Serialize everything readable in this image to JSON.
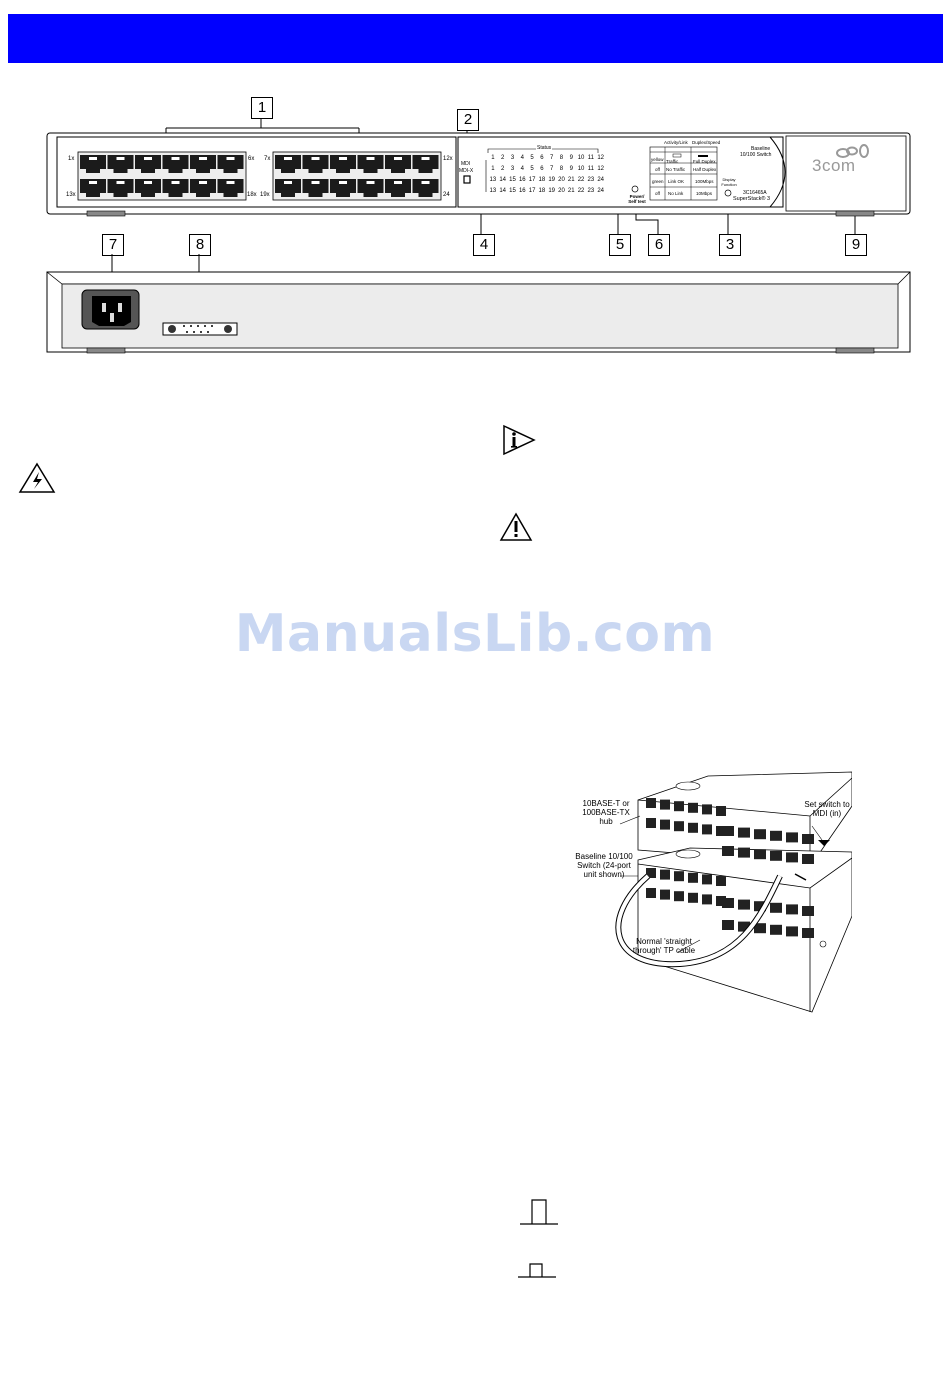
{
  "callouts": {
    "c1": "1",
    "c2": "2",
    "c3": "3",
    "c4": "4",
    "c5": "5",
    "c6": "6",
    "c7": "7",
    "c8": "8",
    "c9": "9"
  },
  "front_panel": {
    "port_labels": {
      "p1x": "1x",
      "p6x": "6x",
      "p7x": "7x",
      "p12x": "12x",
      "p13x": "13x",
      "p18x": "18x",
      "p19x": "19x",
      "p24": "24"
    },
    "mdi_text": "MDI",
    "mdix_text": "MDI-X",
    "status_label": "Status",
    "led_rows": [
      [
        "1",
        "2",
        "3",
        "4",
        "5",
        "6",
        "7",
        "8",
        "9",
        "10",
        "11",
        "12"
      ],
      [
        "1",
        "2",
        "3",
        "4",
        "5",
        "6",
        "7",
        "8",
        "9",
        "10",
        "11",
        "12"
      ],
      [
        "13",
        "14",
        "15",
        "16",
        "17",
        "18",
        "19",
        "20",
        "21",
        "22",
        "23",
        "24"
      ],
      [
        "13",
        "14",
        "15",
        "16",
        "17",
        "18",
        "19",
        "20",
        "21",
        "22",
        "23",
        "24"
      ]
    ],
    "legend": {
      "head_left": "Activity/Link",
      "head_right": "Duplex/Speed",
      "rows": [
        {
          "state": "yellow",
          "left": "Traffic",
          "right": "Full Duplex"
        },
        {
          "state": "off",
          "left": "No Traffic",
          "right": "Half Duplex"
        },
        {
          "state": "green",
          "left": "Link OK",
          "right": "100Mbps"
        },
        {
          "state": "off",
          "left": "No Link",
          "right": "10Mbps"
        }
      ]
    },
    "power_label": "Power/ Self test",
    "display_function": "Display Function",
    "baseline_line1": "Baseline",
    "baseline_line2": "10/100 Switch",
    "model": "3C16465A",
    "superstack": "SuperStack® 3",
    "logo": "3COM"
  },
  "watermark": "ManualsLib.com",
  "illustration": {
    "hub_label": "10BASE-T or 100BASE-TX hub",
    "switch_label": "Baseline 10/100 Switch (24-port unit shown)",
    "set_switch_label": "Set switch to MDI (in)",
    "cable_label": "Normal 'straight through' TP cable"
  },
  "icons": [
    "lightning-warning-icon",
    "information-icon",
    "caution-icon",
    "switch-out-icon",
    "switch-in-icon"
  ]
}
